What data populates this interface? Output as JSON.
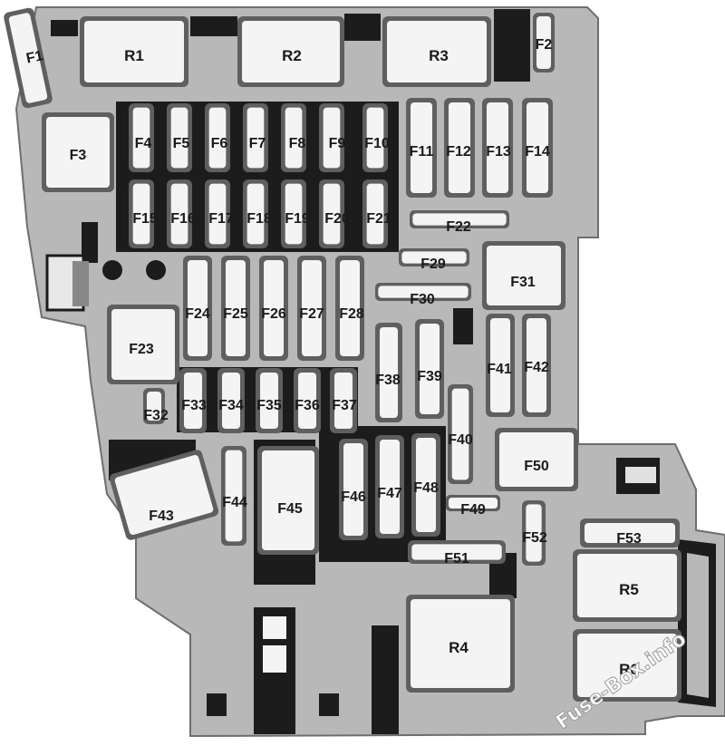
{
  "watermark": "Fuse-Box.info",
  "colors": {
    "housing": "#b8b8b8",
    "housing_outline": "#6e6e6e",
    "dark": "#1c1c1c",
    "component_fill": "#f4f4f4",
    "component_border": "#5f5f5f",
    "label": "#1a1a1a"
  },
  "relays": [
    "R1",
    "R2",
    "R3",
    "R4",
    "R5",
    "R6"
  ],
  "fuses": [
    "F1",
    "F2",
    "F3",
    "F4",
    "F5",
    "F6",
    "F7",
    "F8",
    "F9",
    "F10",
    "F11",
    "F12",
    "F13",
    "F14",
    "F15",
    "F16",
    "F17",
    "F18",
    "F19",
    "F20",
    "F21",
    "F22",
    "F23",
    "F24",
    "F25",
    "F26",
    "F27",
    "F28",
    "F29",
    "F30",
    "F31",
    "F32",
    "F33",
    "F34",
    "F35",
    "F36",
    "F37",
    "F38",
    "F39",
    "F40",
    "F41",
    "F42",
    "F43",
    "F44",
    "F45",
    "F46",
    "F47",
    "F48",
    "F49",
    "F50",
    "F51",
    "F52",
    "F53"
  ]
}
